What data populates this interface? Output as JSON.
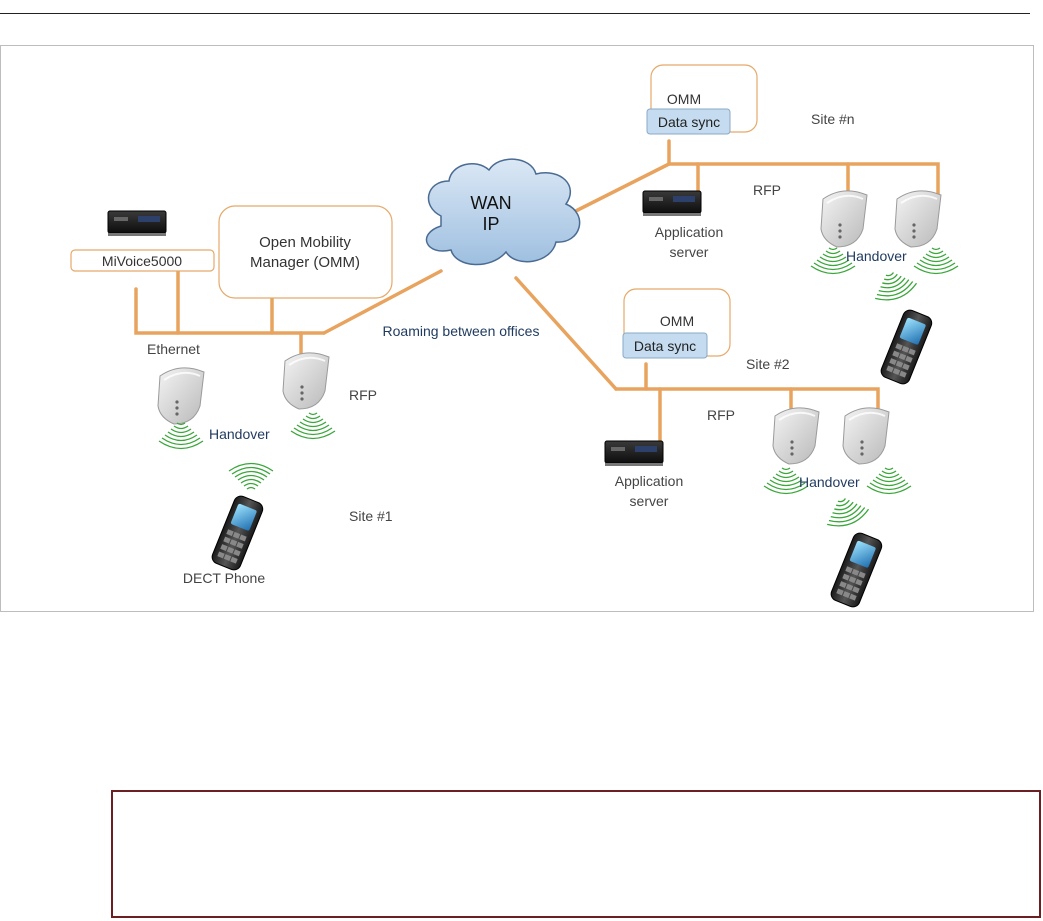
{
  "diagram": {
    "wan_cloud": {
      "line1": "WAN",
      "line2": "IP"
    },
    "site1": {
      "pbx_label": "MiVoice5000",
      "omm_line1": "Open Mobility",
      "omm_line2": "Manager (OMM)",
      "ethernet_label": "Ethernet",
      "rfp_label": "RFP",
      "handover_label": "Handover",
      "site_label": "Site #1",
      "phone_label": "DECT Phone"
    },
    "roaming_label": "Roaming between offices",
    "site_n": {
      "omm_label": "OMM",
      "datasync_label": "Data sync",
      "site_label": "Site #n",
      "rfp_label": "RFP",
      "app_server_line1": "Application",
      "app_server_line2": "server",
      "handover_label": "Handover"
    },
    "site2": {
      "omm_label": "OMM",
      "datasync_label": "Data sync",
      "site_label": "Site #2",
      "rfp_label": "RFP",
      "app_server_line1": "Application",
      "app_server_line2": "server",
      "handover_label": "Handover"
    },
    "colors": {
      "link": "#e8a35e",
      "datasync_fill": "#c5dcf0",
      "omm_border": "#e5a96a",
      "radio_wave": "#3aa63a",
      "cloud_fill": "#bcd3ea",
      "cloud_stroke": "#4a6b92",
      "label_blue": "#1f3a5f",
      "label_gray": "#555555"
    }
  }
}
